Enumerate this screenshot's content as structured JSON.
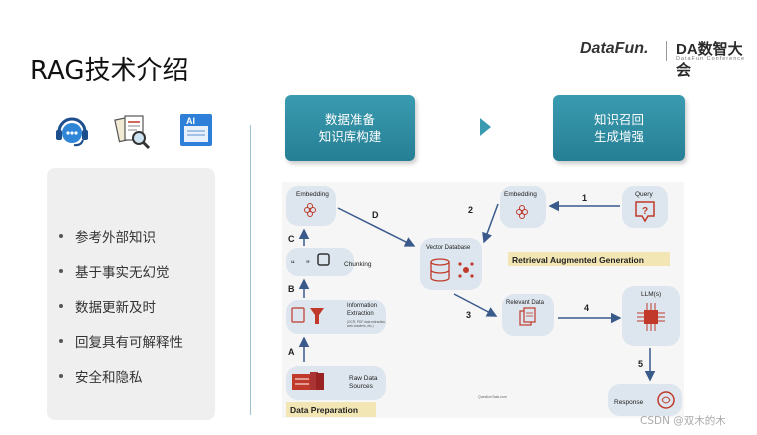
{
  "slide": {
    "title": "RAG技术介绍",
    "logo_datafun": "DataFun.",
    "logo_da": "DA数智大会",
    "logo_da_sub": "DataFun Conference",
    "watermark": "CSDN @双木的木"
  },
  "icons": [
    "headset-chat-icon",
    "document-search-icon",
    "ai-document-icon"
  ],
  "features": {
    "items": [
      "参考外部知识",
      "基于事实无幻觉",
      "数据更新及时",
      "回复具有可解释性",
      "安全和隐私"
    ]
  },
  "stages": {
    "prep_line1": "数据准备",
    "prep_line2": "知识库构建",
    "gen_line1": "知识召回",
    "gen_line2": "生成增强"
  },
  "diagram": {
    "embedding_left": "Embedding",
    "chunking": "Chunking",
    "info_extraction_1": "Information",
    "info_extraction_2": "Extraction",
    "info_extraction_note1": "(OCR, PDF data extraction,",
    "info_extraction_note2": "web crawlers, etc.)",
    "raw_data_1": "Raw Data",
    "raw_data_2": "Sources",
    "data_preparation": "Data Preparation",
    "vector_database": "Vector Database",
    "embedding_right": "Embedding",
    "query": "Query",
    "rag_label": "Retrieval Augmented Generation",
    "relevant_data": "Relevant Data",
    "llm": "LLM(s)",
    "response": "Response",
    "source_note": "QuestionTask.com",
    "step_a": "A",
    "step_b": "B",
    "step_c": "C",
    "step_d": "D",
    "step_1": "1",
    "step_2": "2",
    "step_3": "3",
    "step_4": "4",
    "step_5": "5"
  },
  "colors": {
    "accent_teal": "#2f8ea3",
    "node_fill": "#dde6ee",
    "arrow": "#3a5a8c"
  }
}
